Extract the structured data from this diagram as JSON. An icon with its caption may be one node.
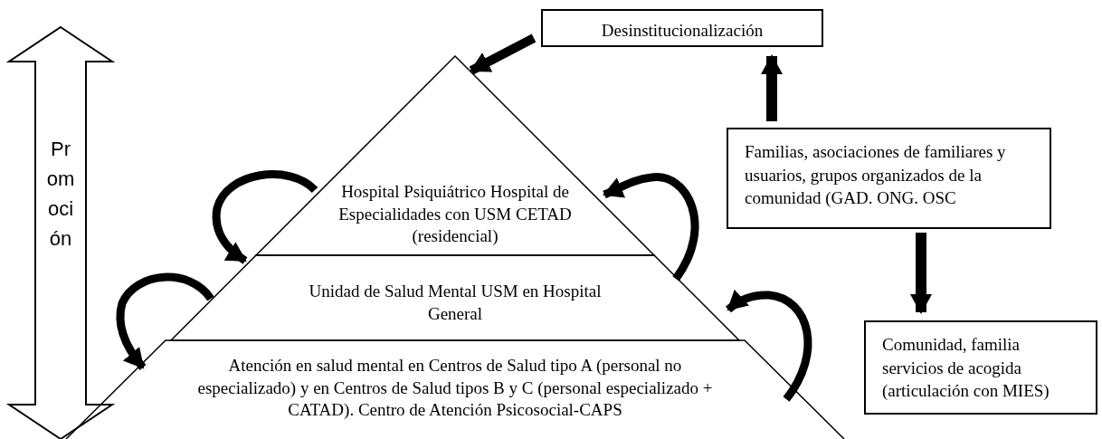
{
  "diagram": {
    "nodes": [
      {
        "text": [
          "Promoción"
        ]
      },
      {
        "text": [
          "Desinstitucionalización"
        ]
      },
      {
        "text": [
          "Hospital Psiquiátrico Hospital de Especialidades con USM CETAD (residencial)"
        ]
      },
      {
        "text": [
          "Unidad de Salud Mental USM en Hospital General"
        ]
      },
      {
        "text": [
          "Atención en salud mental en Centros de Salud tipo A (personal no especializado) y en Centros de Salud tipos B y C (personal especializado + CATAD). Centro de Atención Psicosocial-CAPS"
        ]
      },
      {
        "text": [
          "Familias, asociaciones de familiares y usuarios, grupos organizados de la comunidad (GAD. ONG. OSC"
        ]
      },
      {
        "text": [
          "Comunidad, familia servicios de acogida (articulación con MIES)"
        ]
      }
    ],
    "edges": [
      {
        "from": 1,
        "to": 2,
        "arrow": "to"
      },
      {
        "from": 2,
        "to": 3,
        "arrow": "to"
      },
      {
        "from": 3,
        "to": 4,
        "arrow": "to"
      },
      {
        "from": 3,
        "to": 2,
        "arrow": "to"
      },
      {
        "from": 4,
        "to": 3,
        "arrow": "to"
      },
      {
        "from": 5,
        "to": 1,
        "arrow": "to"
      },
      {
        "from": 5,
        "to": 6,
        "arrow": "to"
      }
    ]
  }
}
